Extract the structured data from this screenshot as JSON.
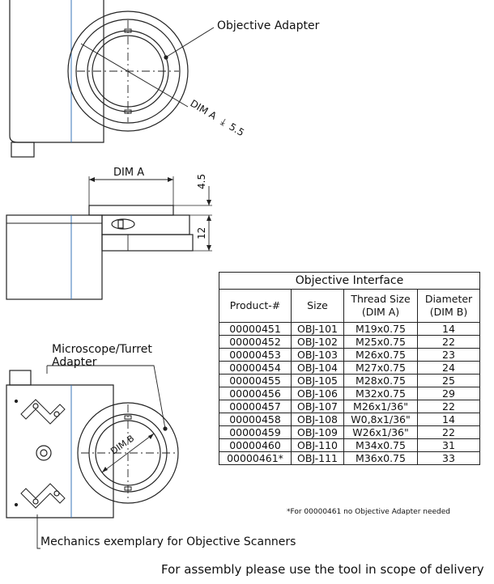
{
  "callouts": {
    "objective_adapter": "Objective Adapter",
    "turret_line1": "Microscope/Turret",
    "turret_line2": "Adapter",
    "mechanics": "Mechanics exemplary for Objective Scanners"
  },
  "dims": {
    "dim_a_depth": "DIM A",
    "dim_a_depth_symbol": "⤓",
    "dim_a_depth_value": "5.5",
    "dim_a_width": "DIM A",
    "dim_height_top": "4.5",
    "dim_height_bottom": "12",
    "dim_b": "DIM B"
  },
  "table": {
    "title": "Objective Interface",
    "headers": {
      "product": "Product-#",
      "size": "Size",
      "thread_l1": "Thread Size",
      "thread_l2": "(DIM A)",
      "diameter_l1": "Diameter",
      "diameter_l2": "(DIM B)"
    },
    "rows": [
      {
        "product": "00000451",
        "size": "OBJ-101",
        "thread": "M19x0.75",
        "diameter": "14"
      },
      {
        "product": "00000452",
        "size": "OBJ-102",
        "thread": "M25x0.75",
        "diameter": "22"
      },
      {
        "product": "00000453",
        "size": "OBJ-103",
        "thread": "M26x0.75",
        "diameter": "23"
      },
      {
        "product": "00000454",
        "size": "OBJ-104",
        "thread": "M27x0.75",
        "diameter": "24"
      },
      {
        "product": "00000455",
        "size": "OBJ-105",
        "thread": "M28x0.75",
        "diameter": "25"
      },
      {
        "product": "00000456",
        "size": "OBJ-106",
        "thread": "M32x0.75",
        "diameter": "29"
      },
      {
        "product": "00000457",
        "size": "OBJ-107",
        "thread": "M26x1/36\"",
        "diameter": "22"
      },
      {
        "product": "00000458",
        "size": "OBJ-108",
        "thread": "W0,8x1/36\"",
        "diameter": "14"
      },
      {
        "product": "00000459",
        "size": "OBJ-109",
        "thread": "W26x1/36\"",
        "diameter": "22"
      },
      {
        "product": "00000460",
        "size": "OBJ-110",
        "thread": "M34x0.75",
        "diameter": "31"
      },
      {
        "product": "00000461*",
        "size": "OBJ-111",
        "thread": "M36x0.75",
        "diameter": "33"
      }
    ],
    "footnote": "*For 00000461 no Objective Adapter needed"
  },
  "footer": "For assembly please use the tool in scope of delivery"
}
